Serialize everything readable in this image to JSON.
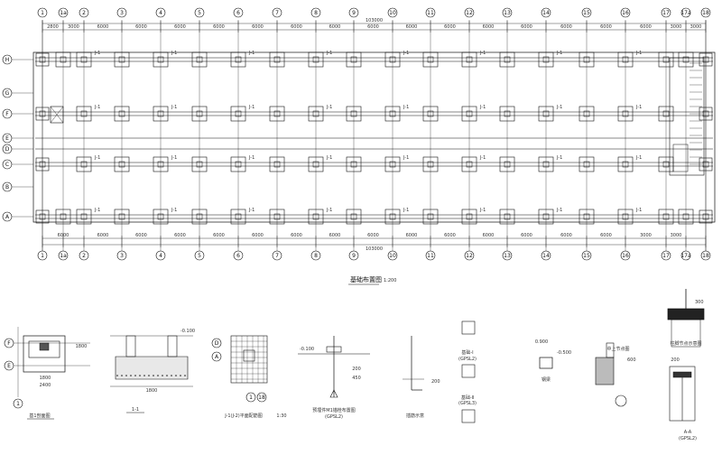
{
  "plan": {
    "col_labels": [
      "1",
      "1a",
      "2",
      "3",
      "4",
      "5",
      "6",
      "7",
      "8",
      "9",
      "10",
      "11",
      "12",
      "13",
      "14",
      "15",
      "16",
      "17",
      "17a",
      "18"
    ],
    "row_labels": [
      "H",
      "G",
      "F",
      "E",
      "D",
      "C",
      "B",
      "A"
    ],
    "overall_dim": "103000",
    "bay_dims_top": [
      "2800",
      "3000",
      "6000",
      "6000",
      "6000",
      "6000",
      "6000",
      "6000",
      "6000",
      "6000",
      "6000",
      "6000",
      "6000",
      "6000",
      "6000",
      "6000",
      "6000",
      "3000",
      "3000"
    ],
    "bay_dims_bottom": [
      "6000",
      "6000",
      "6000",
      "6000",
      "6000",
      "6000",
      "6000",
      "6000",
      "6000",
      "6000",
      "6000",
      "6000",
      "6000",
      "6000",
      "6000",
      "3000",
      "3000"
    ],
    "footing_tag": "J-1",
    "title": "基础布置图",
    "scale": "1:200"
  },
  "details": {
    "d1": {
      "title": "基1剖面图",
      "axes": [
        "F",
        "E",
        "1"
      ],
      "dims": [
        "1800",
        "2400",
        "1800"
      ]
    },
    "d2": {
      "title": "1-1",
      "dims": [
        "1800",
        "-0.100"
      ]
    },
    "d3": {
      "title": "J-1(J-2)平面配筋图",
      "axes": [
        "D",
        "A",
        "1",
        "18"
      ],
      "scale": "1:30"
    },
    "d4": {
      "title": "预埋件M1锚栓布置图",
      "note": "(GPSL2)",
      "dims": [
        "-0.100",
        "200",
        "450"
      ]
    },
    "d5": {
      "title": "插筋示意",
      "dims": [
        "200"
      ]
    },
    "d6": {
      "title": "设计说明",
      "items": [
        "基础-Ⅰ",
        "基础-Ⅱ",
        "(GPSL2)",
        "(GPSL3)"
      ]
    },
    "d7": {
      "title": "钢梁",
      "dims": [
        "0.900",
        "-0.500"
      ]
    },
    "d8": {
      "title": "中上节点图",
      "dims": [
        "600"
      ]
    },
    "d9": {
      "title": "柱脚节点示意图",
      "dims": [
        "300",
        "200"
      ]
    },
    "d10": {
      "title": "A-A",
      "note": "(GPSL2)"
    }
  }
}
